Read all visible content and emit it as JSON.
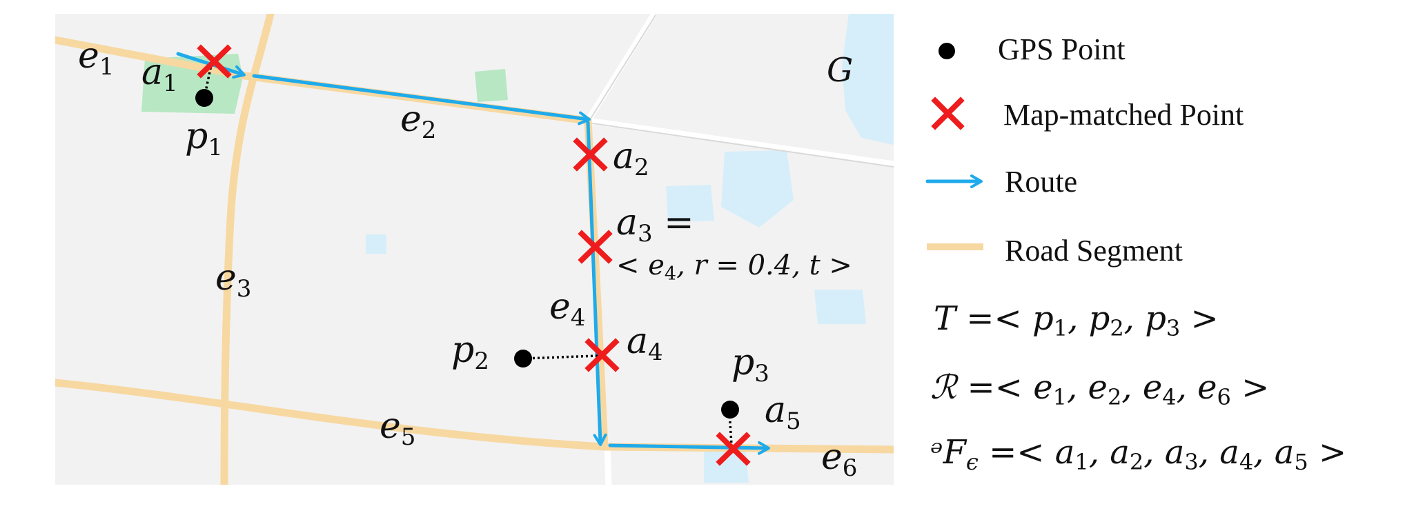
{
  "colors": {
    "road": "#f7d8a1",
    "route": "#1eaaeb",
    "match": "#ee1c1c",
    "gps": "#000000",
    "map_background": "#f2f2f2",
    "water": "#d6eefa",
    "park": "#b7e7c3"
  },
  "map": {
    "graph_label": "G",
    "edges": [
      {
        "id": "e1",
        "label_base": "e",
        "label_sub": "1"
      },
      {
        "id": "e2",
        "label_base": "e",
        "label_sub": "2"
      },
      {
        "id": "e3",
        "label_base": "e",
        "label_sub": "3"
      },
      {
        "id": "e4",
        "label_base": "e",
        "label_sub": "4"
      },
      {
        "id": "e5",
        "label_base": "e",
        "label_sub": "5"
      },
      {
        "id": "e6",
        "label_base": "e",
        "label_sub": "6"
      }
    ],
    "gps_points": [
      {
        "id": "p1",
        "label_base": "p",
        "label_sub": "1"
      },
      {
        "id": "p2",
        "label_base": "p",
        "label_sub": "2"
      },
      {
        "id": "p3",
        "label_base": "p",
        "label_sub": "3"
      }
    ],
    "matched_points": [
      {
        "id": "a1",
        "label_base": "a",
        "label_sub": "1"
      },
      {
        "id": "a2",
        "label_base": "a",
        "label_sub": "2"
      },
      {
        "id": "a3",
        "label_base": "a",
        "label_sub": "3",
        "label_suffix": " ="
      },
      {
        "id": "a4",
        "label_base": "a",
        "label_sub": "4"
      },
      {
        "id": "a5",
        "label_base": "a",
        "label_sub": "5"
      }
    ],
    "a3_tuple": {
      "open": "< ",
      "edge_base": "e",
      "edge_sub": "4",
      "rest": ", r = 0.4, t >"
    }
  },
  "legend": {
    "gps_point": "GPS Point",
    "map_matched_point": "Map-matched Point",
    "route": "Route",
    "road_segment": "Road Segment"
  },
  "formulas": {
    "T": {
      "lhs": "T",
      "rhs_base": "p",
      "subs": [
        "1",
        "2",
        "3"
      ]
    },
    "R": {
      "lhs": "ℛ",
      "rhs_base": "e",
      "subs": [
        "1",
        "2",
        "4",
        "6"
      ]
    },
    "Te": {
      "lhs": "ᵊF",
      "lhs_sub": "ϵ",
      "rhs_base": "a",
      "subs": [
        "1",
        "2",
        "3",
        "4",
        "5"
      ]
    }
  }
}
